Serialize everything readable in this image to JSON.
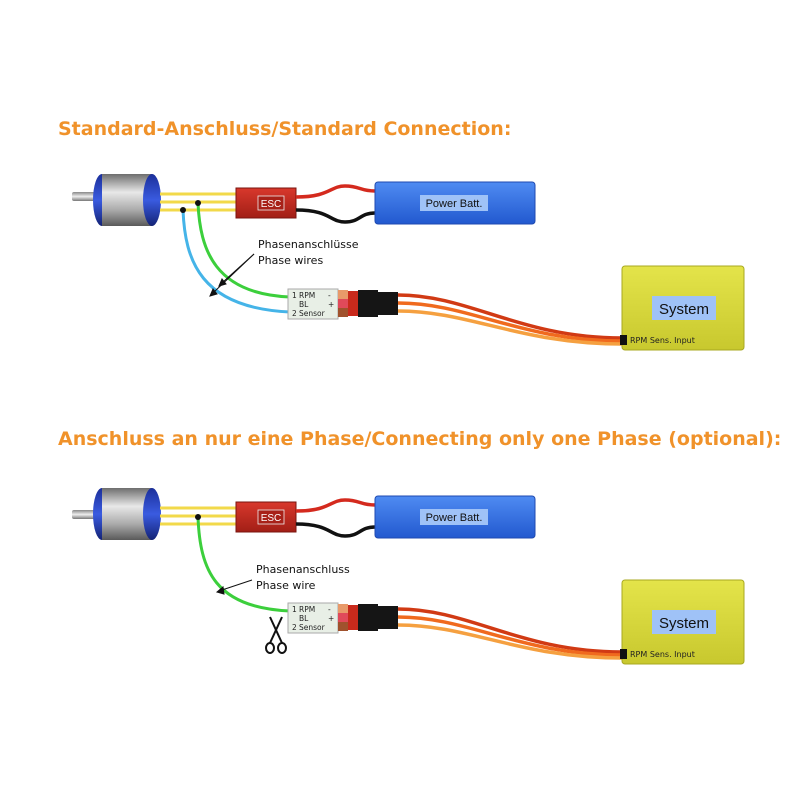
{
  "sections": [
    {
      "title": "Standard-Anschluss/Standard Connection:",
      "esc_label": "ESC",
      "battery_label": "Power Batt.",
      "phase_label_de": "Phasenanschlüsse",
      "phase_label_en": "Phase wires",
      "sensor_lines": [
        "RPM",
        "BL",
        "Sensor"
      ],
      "sensor_pin_labels": [
        "1",
        "2"
      ],
      "sensor_signs": [
        "-",
        "+"
      ],
      "system_label": "System",
      "rpm_input_label": "RPM Sens. Input"
    },
    {
      "title": "Anschluss an nur eine Phase/Connecting only one Phase (optional):",
      "esc_label": "ESC",
      "battery_label": "Power Batt.",
      "phase_label_de": "Phasenanschluss",
      "phase_label_en": "Phase wire",
      "sensor_lines": [
        "RPM",
        "BL",
        "Sensor"
      ],
      "sensor_pin_labels": [
        "1",
        "2"
      ],
      "sensor_signs": [
        "-",
        "+"
      ],
      "system_label": "System",
      "rpm_input_label": "RPM Sens. Input",
      "cut_icon": "scissors-icon"
    }
  ],
  "colors": {
    "title": "#f0922a",
    "esc": "#c62b20",
    "battery": "#2f6fe0",
    "system_box": "#d8d83a",
    "phase_wire_yellow": "#f2d94a",
    "sensor_wire_green": "#3ccf3c",
    "sensor_wire_blue": "#45b4e8",
    "signal_cable_orange": "#f0691e"
  }
}
